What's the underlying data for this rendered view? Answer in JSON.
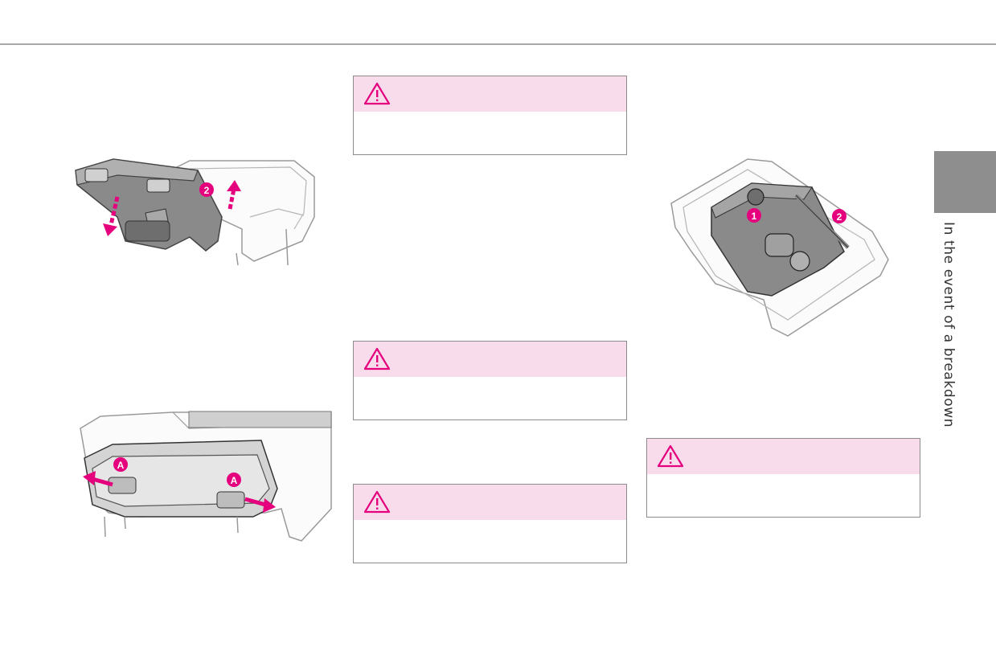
{
  "side_tab": {
    "label": "In the event of a breakdown",
    "tab_color": "#8e8e8e"
  },
  "figures": [
    {
      "name": "storage-tray-removal",
      "callouts": [
        "2"
      ]
    },
    {
      "name": "front-seat-clips",
      "callouts": [
        "A",
        "A"
      ]
    },
    {
      "name": "repair-kit-location",
      "callouts": [
        "1",
        "2"
      ]
    }
  ],
  "warnings": [
    {
      "icon": "warning-triangle-icon"
    },
    {
      "icon": "warning-triangle-icon"
    },
    {
      "icon": "warning-triangle-icon"
    },
    {
      "icon": "warning-triangle-icon"
    }
  ],
  "colors": {
    "accent": "#e5007e",
    "warning_header": "#f9dcec",
    "rule": "#a8a8a8"
  }
}
